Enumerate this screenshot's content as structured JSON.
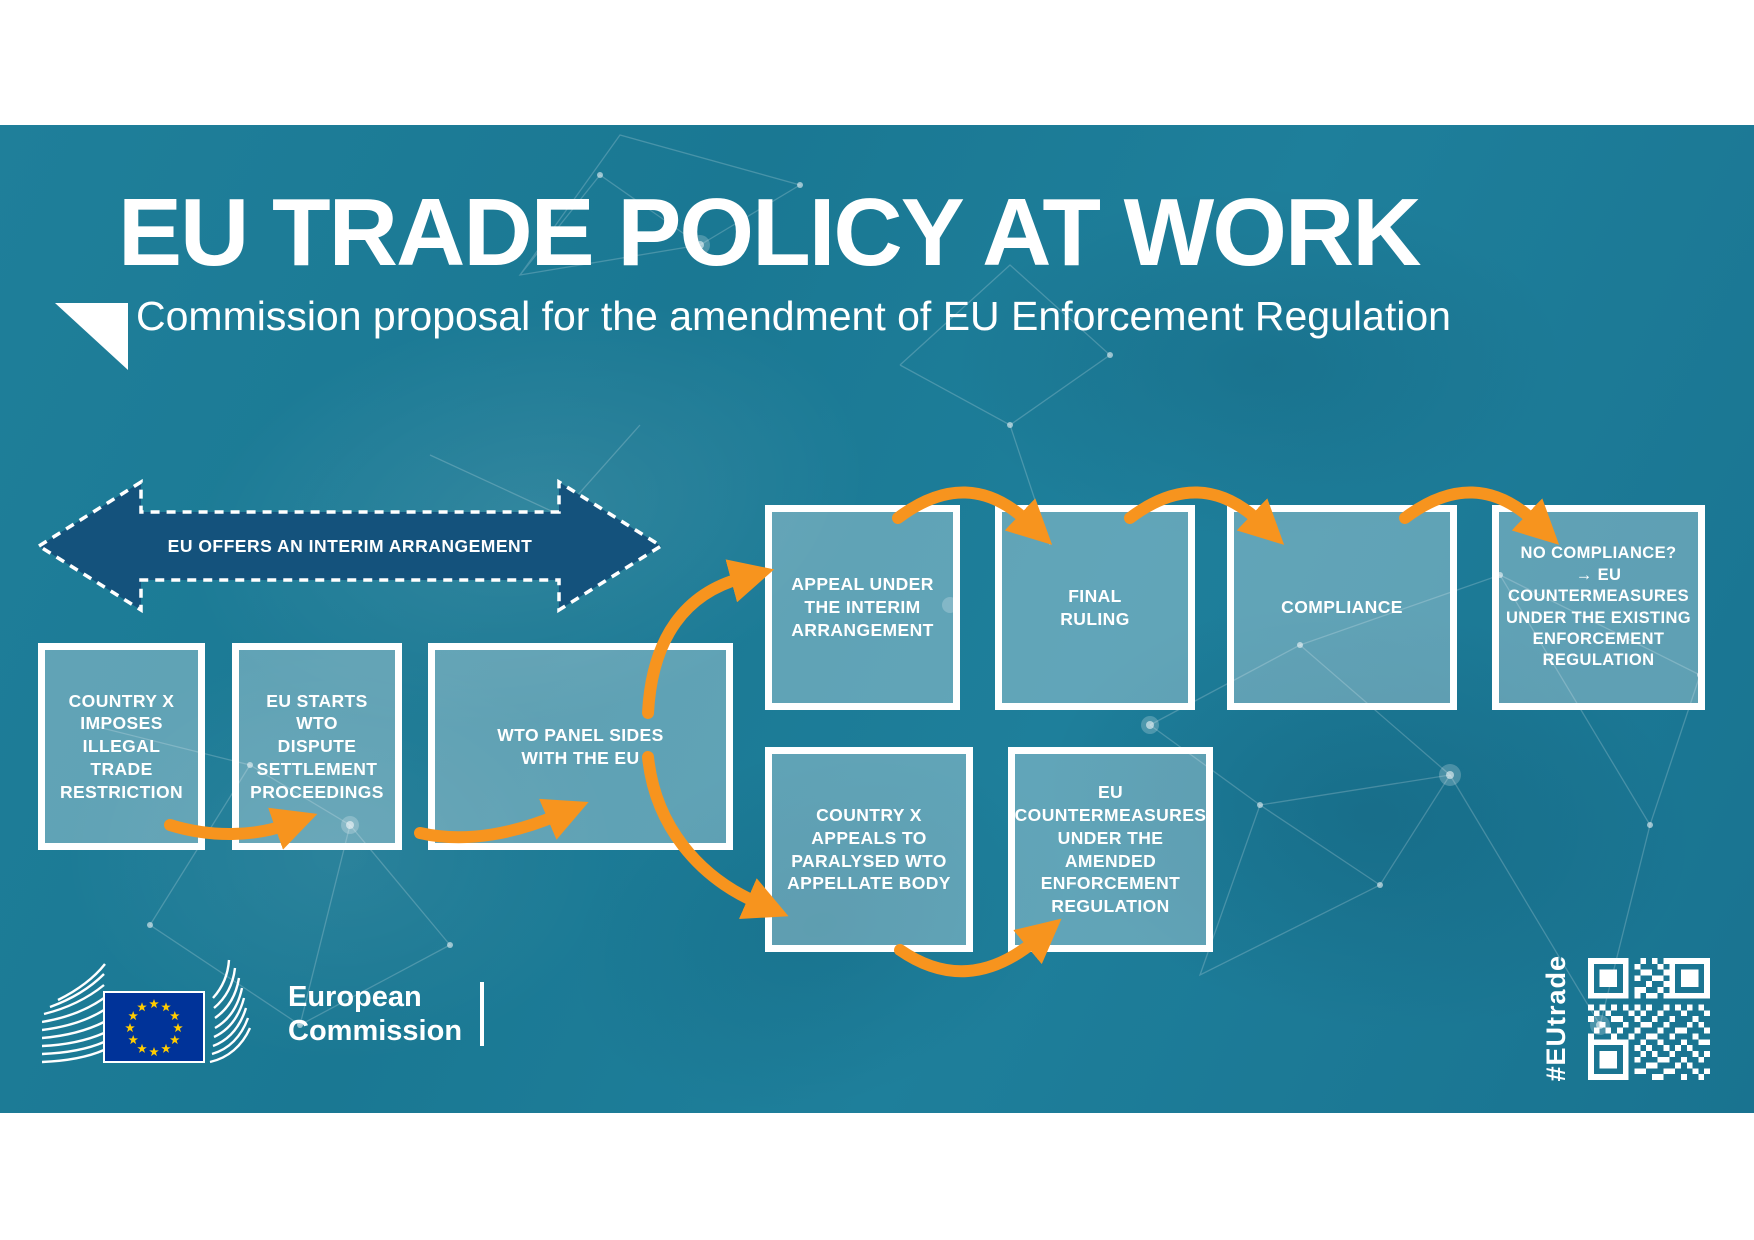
{
  "header": {
    "title": "EU TRADE POLICY AT WORK",
    "subtitle": "Commission proposal for the amendment of EU Enforcement Regulation"
  },
  "banner": {
    "label": "EU OFFERS AN INTERIM ARRANGEMENT"
  },
  "flow": {
    "boxes": [
      {
        "id": "country-x-restriction",
        "label": "COUNTRY X\nIMPOSES\nILLEGAL TRADE\nRESTRICTION"
      },
      {
        "id": "eu-starts-wto",
        "label": "EU STARTS WTO\nDISPUTE\nSETTLEMENT\nPROCEEDINGS"
      },
      {
        "id": "wto-panel-sides",
        "label": "WTO PANEL SIDES\nWITH THE EU"
      },
      {
        "id": "appeal-interim",
        "label": "APPEAL UNDER\nTHE INTERIM\nARRANGEMENT"
      },
      {
        "id": "final-ruling",
        "label": "FINAL\nRULING"
      },
      {
        "id": "compliance",
        "label": "COMPLIANCE"
      },
      {
        "id": "no-compliance",
        "label": "NO COMPLIANCE?\n→ EU\nCOUNTERMEASURES UNDER THE EXISTING ENFORCEMENT REGULATION"
      },
      {
        "id": "country-x-appeals",
        "label": "COUNTRY X\nAPPEALS TO\nPARALYSED WTO\nAPPELLATE BODY"
      },
      {
        "id": "eu-countermeasures-amended",
        "label": "EU\nCOUNTERMEASURES\nUNDER THE\nAMENDED\nENFORCEMENT\nREGULATION"
      }
    ]
  },
  "footer": {
    "logo": {
      "line1": "European",
      "line2": "Commission"
    },
    "hashtag": "#EUtrade"
  },
  "icons": {
    "qr": "qr-code",
    "logo": "european-commission-flag"
  },
  "colors": {
    "background": "#1E7E99",
    "banner": "#14527C",
    "box_fill": "rgba(255,255,255,0.30)",
    "arrow": "#F7941E",
    "eu_blue": "#003399",
    "eu_star": "#FFCC00",
    "text": "#FFFFFF"
  }
}
